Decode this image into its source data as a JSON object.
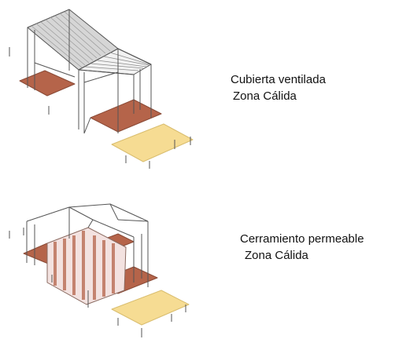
{
  "figures": [
    {
      "caption_line1": "Cubierta ventilada",
      "caption_line2": " Zona Cálida"
    },
    {
      "caption_line1": "Cerramiento permeable",
      "caption_line2": " Zona Cálida"
    }
  ],
  "colors": {
    "terracotta": "#b5644a",
    "terracotta_light": "#c98a72",
    "sand": "#f6dc93",
    "roof_gray": "#d4d4d4",
    "roof_light": "#f2f2f2",
    "line": "#555555"
  },
  "icons": {
    "top": "isometric-house-ventilated-roof",
    "bottom": "isometric-house-permeable-enclosure"
  }
}
